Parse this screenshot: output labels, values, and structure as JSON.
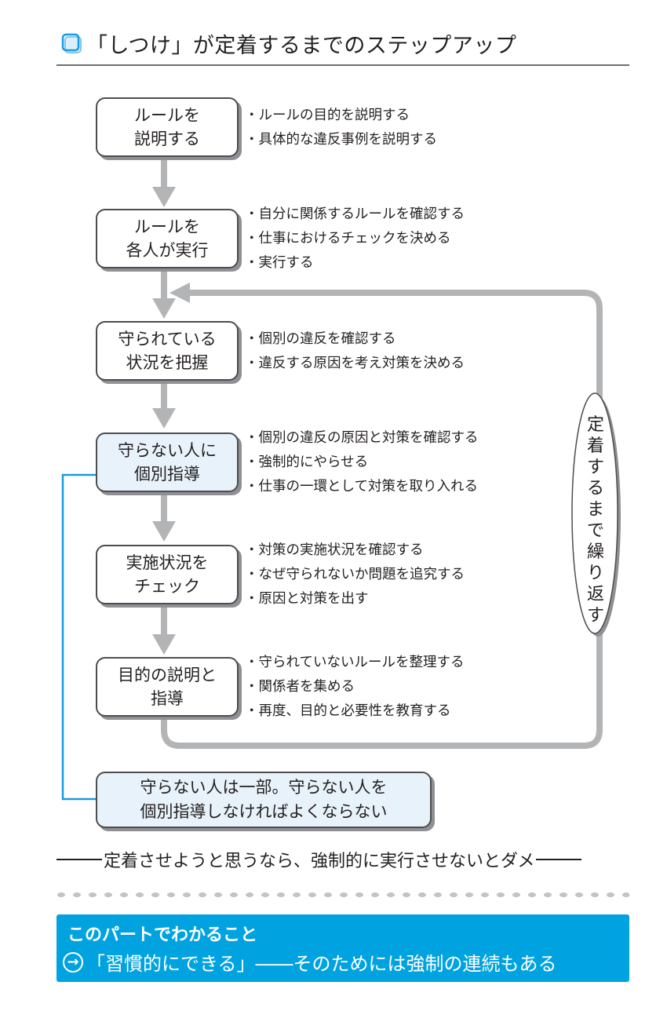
{
  "header": {
    "icon": "square-bullet-icon",
    "title": "「しつけ」が定着するまでのステップアップ"
  },
  "steps": [
    {
      "label_lines": [
        "ルールを",
        "説明する"
      ],
      "highlight": false,
      "bullets": [
        "ルールの目的を説明する",
        "具体的な違反事例を説明する"
      ]
    },
    {
      "label_lines": [
        "ルールを",
        "各人が実行"
      ],
      "highlight": false,
      "bullets": [
        "自分に関係するルールを確認する",
        "仕事におけるチェックを決める",
        "実行する"
      ]
    },
    {
      "label_lines": [
        "守られている",
        "状況を把握"
      ],
      "highlight": false,
      "bullets": [
        "個別の違反を確認する",
        "違反する原因を考え対策を決める"
      ]
    },
    {
      "label_lines": [
        "守らない人に",
        "個別指導"
      ],
      "highlight": true,
      "bullets": [
        "個別の違反の原因と対策を確認する",
        "強制的にやらせる",
        "仕事の一環として対策を取り入れる"
      ]
    },
    {
      "label_lines": [
        "実施状況を",
        "チェック"
      ],
      "highlight": false,
      "bullets": [
        "対策の実施状況を確認する",
        "なぜ守られないか問題を追究する",
        "原因と対策を出す"
      ]
    },
    {
      "label_lines": [
        "目的の説明と",
        "指導"
      ],
      "highlight": false,
      "bullets": [
        "守られていないルールを整理する",
        "関係者を集める",
        "再度、目的と必要性を教育する"
      ]
    }
  ],
  "loop": {
    "label_chars": [
      "定",
      "着",
      "す",
      "る",
      "ま",
      "で",
      "繰",
      "り",
      "返",
      "す"
    ],
    "label": "定着するまで繰り返す"
  },
  "note": {
    "lines": [
      "守らない人は一部。守らない人を",
      "個別指導しなければよくならない"
    ]
  },
  "conclusion": "定着させようと思うなら、強制的に実行させないとダメ",
  "part_summary": {
    "title": "このパートでわかること",
    "arrow_icon": "→",
    "text": "「習慣的にできる」――そのためには強制の連続もある"
  },
  "colors": {
    "accent_blue": "#00a3e0",
    "connector_blue": "#1a9ae0",
    "arrow_gray": "#b3b4b6",
    "highlight_fill": "#e8f2fa"
  }
}
